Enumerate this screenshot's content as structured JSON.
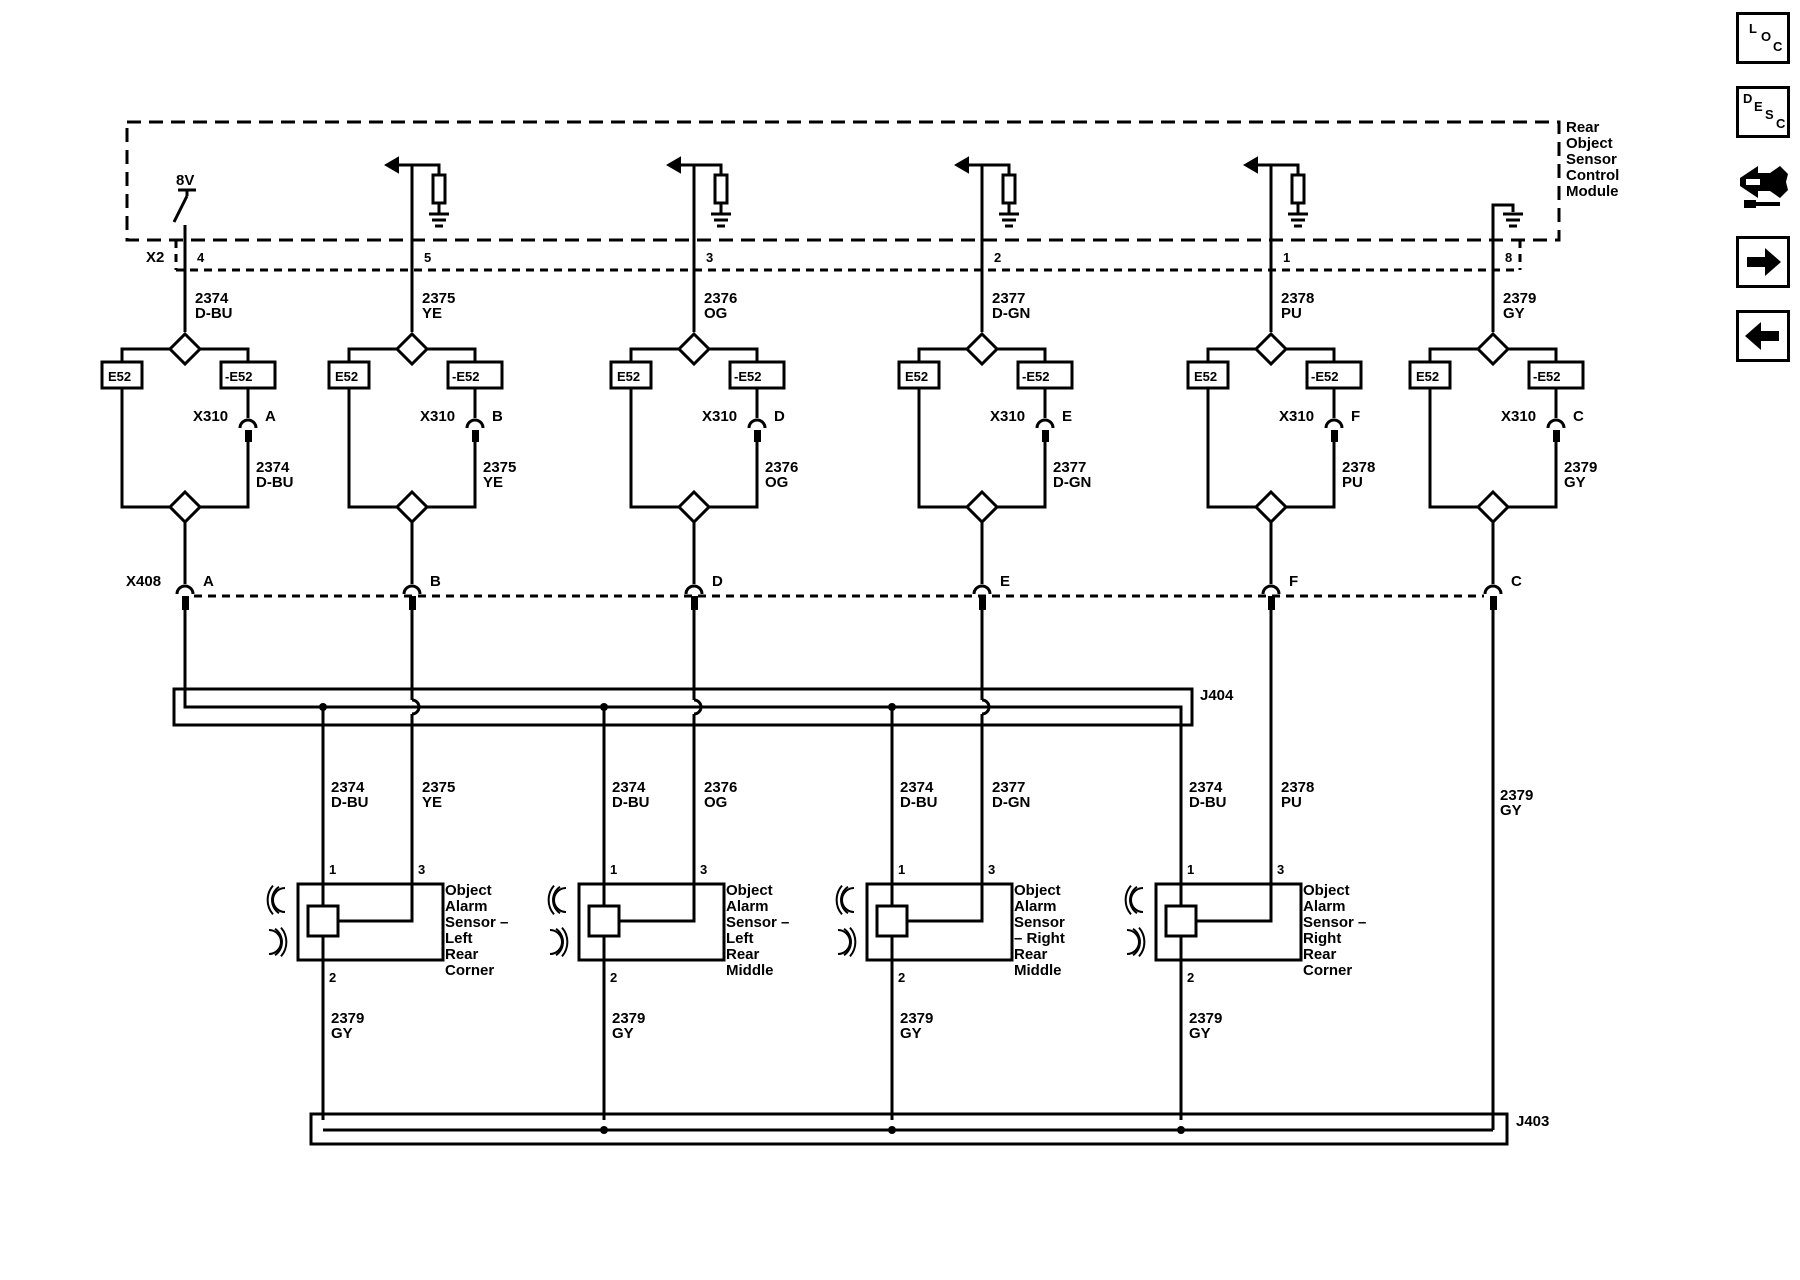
{
  "module": {
    "name_lines": [
      "Rear",
      "Object",
      "Sensor",
      "Control",
      "Module"
    ],
    "connector": "X2",
    "supply_voltage": "8V"
  },
  "channels": [
    {
      "pin": "4",
      "circuit": "2374",
      "color": "D-BU",
      "x310_pin": "A",
      "x408_pin": "A"
    },
    {
      "pin": "5",
      "circuit": "2375",
      "color": "YE",
      "x310_pin": "B",
      "x408_pin": "B"
    },
    {
      "pin": "3",
      "circuit": "2376",
      "color": "OG",
      "x310_pin": "D",
      "x408_pin": "D"
    },
    {
      "pin": "2",
      "circuit": "2377",
      "color": "D-GN",
      "x310_pin": "E",
      "x408_pin": "E"
    },
    {
      "pin": "1",
      "circuit": "2378",
      "color": "PU",
      "x310_pin": "F",
      "x408_pin": "F"
    },
    {
      "pin": "8",
      "circuit": "2379",
      "color": "GY",
      "x310_pin": "C",
      "x408_pin": "C"
    }
  ],
  "options": {
    "with": "E52",
    "without": "-E52"
  },
  "connectors": {
    "inline_a": "X310",
    "inline_b": "X408"
  },
  "splices": {
    "power": "J404",
    "ground": "J403"
  },
  "sensors": [
    {
      "name_lines": [
        "Object",
        "Alarm",
        "Sensor –",
        "Left",
        "Rear",
        "Corner"
      ],
      "pin1": "1",
      "pin2": "2",
      "pin3": "3",
      "pin1_circuit": "2374",
      "pin1_color": "D-BU",
      "pin3_circuit": "2375",
      "pin3_color": "YE",
      "pin2_circuit": "2379",
      "pin2_color": "GY"
    },
    {
      "name_lines": [
        "Object",
        "Alarm",
        "Sensor –",
        "Left",
        "Rear",
        "Middle"
      ],
      "pin1": "1",
      "pin2": "2",
      "pin3": "3",
      "pin1_circuit": "2374",
      "pin1_color": "D-BU",
      "pin3_circuit": "2376",
      "pin3_color": "OG",
      "pin2_circuit": "2379",
      "pin2_color": "GY"
    },
    {
      "name_lines": [
        "Object",
        "Alarm",
        "Sensor",
        "– Right",
        "Rear",
        "Middle"
      ],
      "pin1": "1",
      "pin2": "2",
      "pin3": "3",
      "pin1_circuit": "2374",
      "pin1_color": "D-BU",
      "pin3_circuit": "2377",
      "pin3_color": "D-GN",
      "pin2_circuit": "2379",
      "pin2_color": "GY"
    },
    {
      "name_lines": [
        "Object",
        "Alarm",
        "Sensor –",
        "Right",
        "Rear",
        "Corner"
      ],
      "pin1": "1",
      "pin2": "2",
      "pin3": "3",
      "pin1_circuit": "2374",
      "pin1_color": "D-BU",
      "pin3_circuit": "2378",
      "pin3_color": "PU",
      "pin2_circuit": "2379",
      "pin2_color": "GY"
    }
  ],
  "ground_feed": {
    "circuit": "2379",
    "color": "GY"
  },
  "nav": {
    "loc": {
      "letters": [
        "L",
        "O",
        "C"
      ],
      "icon": "location-icon"
    },
    "desc": {
      "letters": [
        "D",
        "E",
        "S",
        "C"
      ],
      "icon": "description-icon"
    },
    "connector_icon": "connector-view-icon",
    "next_icon": "arrow-right-icon",
    "prev_icon": "arrow-left-icon"
  }
}
